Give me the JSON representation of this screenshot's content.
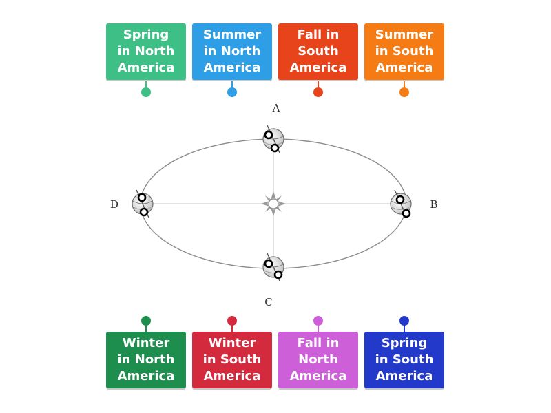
{
  "top_tiles": [
    {
      "label": "Spring\nin North\nAmerica",
      "color": "#3dbf85"
    },
    {
      "label": "Summer\nin North\nAmerica",
      "color": "#2e9fe6"
    },
    {
      "label": "Fall in\nSouth\nAmerica",
      "color": "#e8441c"
    },
    {
      "label": "Summer\nin South\nAmerica",
      "color": "#f57c14"
    }
  ],
  "bottom_tiles": [
    {
      "label": "Winter\nin North\nAmerica",
      "color": "#1e8e4e"
    },
    {
      "label": "Winter\nin South\nAmerica",
      "color": "#d42a3e"
    },
    {
      "label": "Fall in\nNorth\nAmerica",
      "color": "#cd5fd9"
    },
    {
      "label": "Spring\nin South\nAmerica",
      "color": "#2339c9"
    }
  ],
  "diagram": {
    "label_a": "A",
    "label_b": "B",
    "label_c": "C",
    "label_d": "D"
  }
}
